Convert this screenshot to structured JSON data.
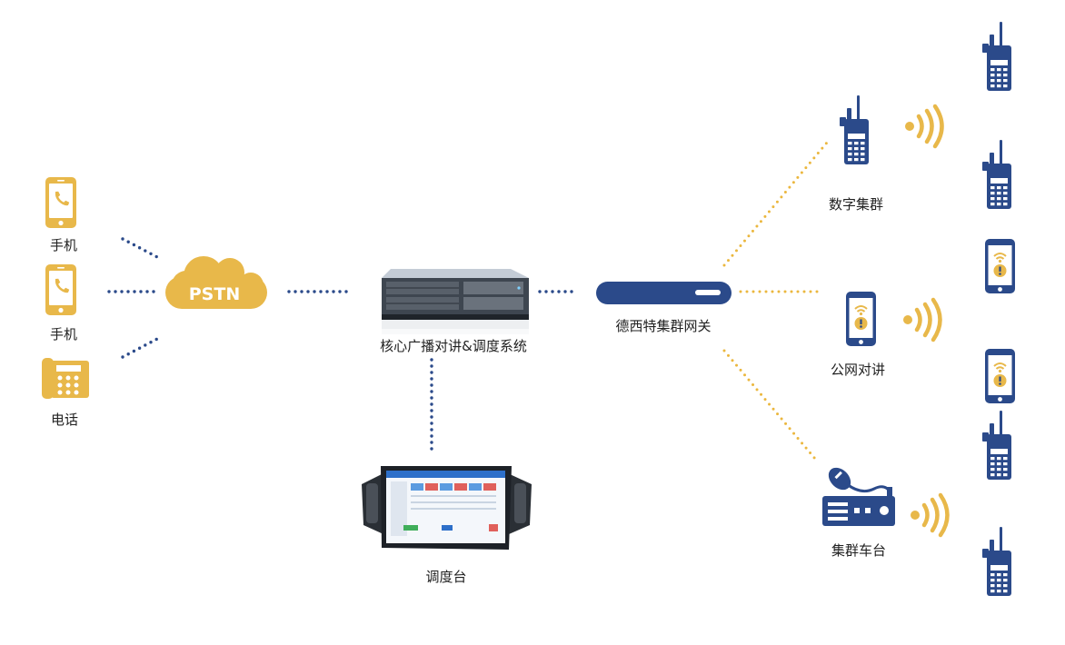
{
  "nodes": {
    "phone1": {
      "label": "手机",
      "icon": "mobile-phone-icon"
    },
    "phone2": {
      "label": "手机",
      "icon": "mobile-phone-icon"
    },
    "landline": {
      "label": "电话",
      "icon": "telephone-icon"
    },
    "pstn": {
      "label": "PSTN",
      "icon": "cloud-icon"
    },
    "core": {
      "label": "核心广播对讲&调度系统",
      "icon": "server-icon"
    },
    "console": {
      "label": "调度台",
      "icon": "dispatch-console-icon"
    },
    "gateway": {
      "label": "德西特集群网关",
      "icon": "gateway-icon"
    },
    "digital": {
      "label": "数字集群",
      "icon": "walkie-talkie-icon"
    },
    "public": {
      "label": "公网对讲",
      "icon": "poc-phone-icon"
    },
    "vehicle": {
      "label": "集群车台",
      "icon": "vehicle-radio-icon"
    }
  },
  "colors": {
    "gold": "#E8B84A",
    "navy": "#2B4A8A",
    "gold_dots": "#EBB73E",
    "navy_dots": "#2B4A8A"
  }
}
